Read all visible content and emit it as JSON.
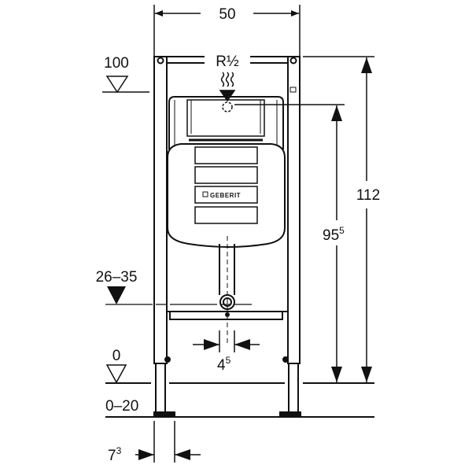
{
  "diagram": {
    "title_logo": "GEBERIT",
    "dimensions": {
      "width": "50",
      "connection": "R½",
      "height_total": "112",
      "height_inlet_base": "95",
      "height_inlet_sup": "5",
      "pipe_width_base": "4",
      "pipe_width_sup": "5",
      "foot_width_base": "7",
      "foot_width_sup": "3"
    },
    "levels": {
      "top": "100",
      "drain": "26–35",
      "floor": "0",
      "floor_adjust": "0–20"
    },
    "colors": {
      "line": "#111111",
      "background": "#ffffff"
    }
  }
}
